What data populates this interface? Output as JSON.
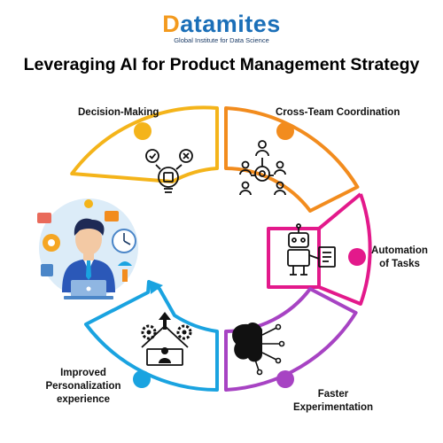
{
  "logo": {
    "first_letter": "D",
    "rest": "atamites",
    "tagline": "Global Institute for Data Science"
  },
  "title": "Leveraging AI for Product Management Strategy",
  "segments": [
    {
      "label": "Decision-Making",
      "color": "#f4b41a",
      "icon": "lightbulb-chip-icon"
    },
    {
      "label": "Cross-Team Coordination",
      "color": "#f28c1e",
      "icon": "team-network-icon"
    },
    {
      "label": "Automation of Tasks",
      "color": "#e3198b",
      "icon": "robot-icon"
    },
    {
      "label": "Faster Experimentation",
      "color": "#a743c3",
      "icon": "brain-circuit-icon"
    },
    {
      "label": "Improved Personalization experience",
      "color": "#1aa3e0",
      "icon": "person-growth-icon"
    }
  ],
  "center_illustration": "businessman-laptop-icon"
}
